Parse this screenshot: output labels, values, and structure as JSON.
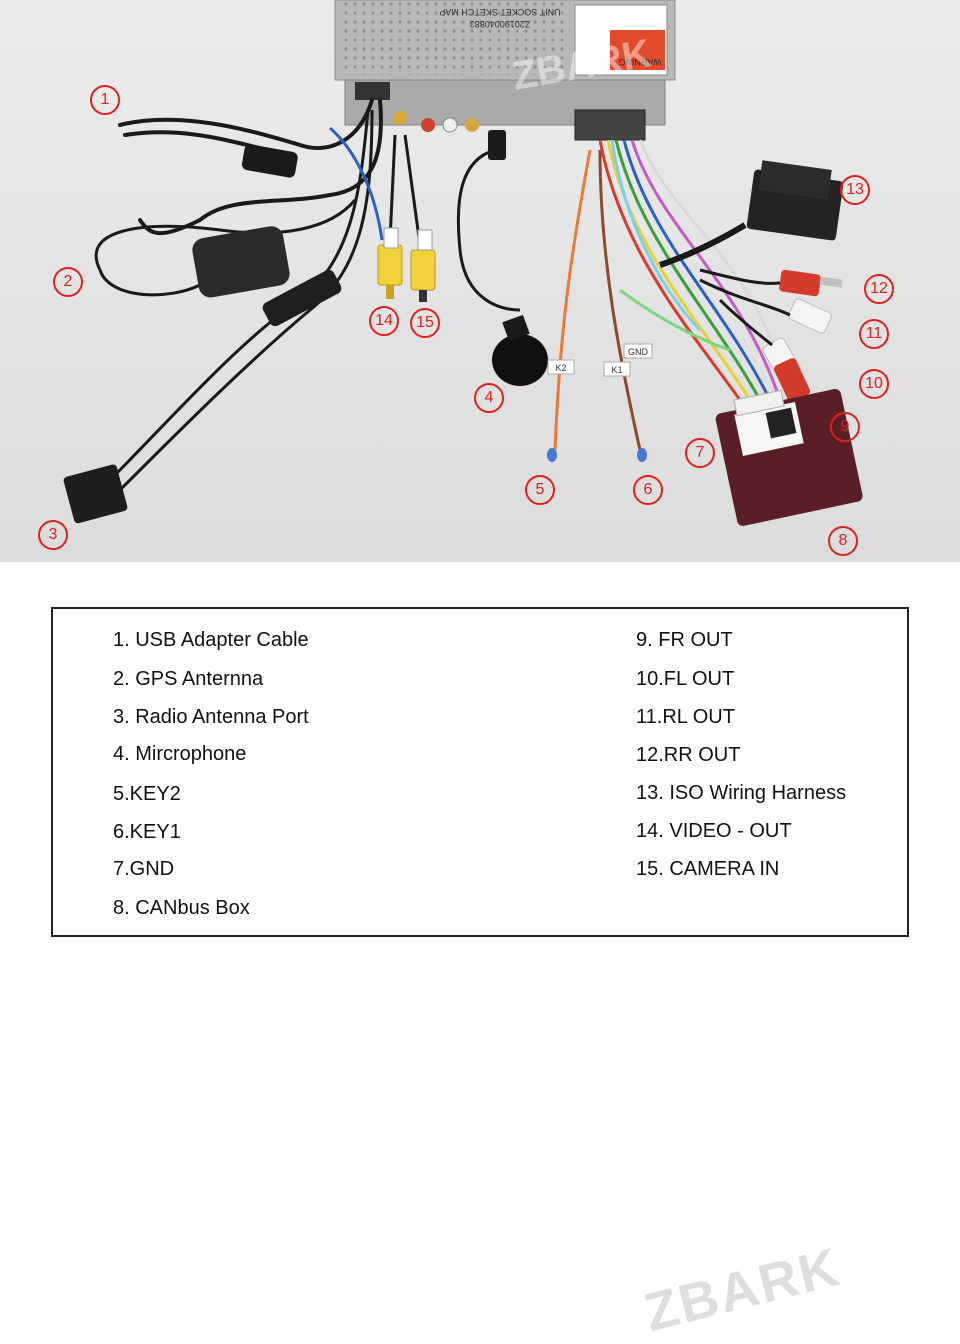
{
  "callouts": [
    "1",
    "2",
    "3",
    "4",
    "5",
    "6",
    "7",
    "8",
    "9",
    "10",
    "11",
    "12",
    "13",
    "14",
    "15"
  ],
  "unit": {
    "warning": "WARNING",
    "serial": "Z20190040883",
    "sketch": "UNIT SOCKET SKETCH MAP"
  },
  "labels": {
    "k1": "K1",
    "k2": "K2",
    "gnd": "GND"
  },
  "watermark": "ZBARK",
  "legend": {
    "left": [
      "1. USB Adapter Cable",
      "2. GPS Anternna",
      "3. Radio Antenna Port",
      "4. Mircrophone",
      "5.KEY2",
      "6.KEY1",
      "7.GND",
      "8. CANbus Box"
    ],
    "right": [
      "9. FR OUT",
      "10.FL OUT",
      "11.RL OUT",
      "12.RR OUT",
      "13. ISO Wiring Harness",
      "14. VIDEO - OUT",
      "15. CAMERA IN"
    ]
  },
  "colors": {
    "callout": "#e0211b",
    "border": "#222222"
  }
}
